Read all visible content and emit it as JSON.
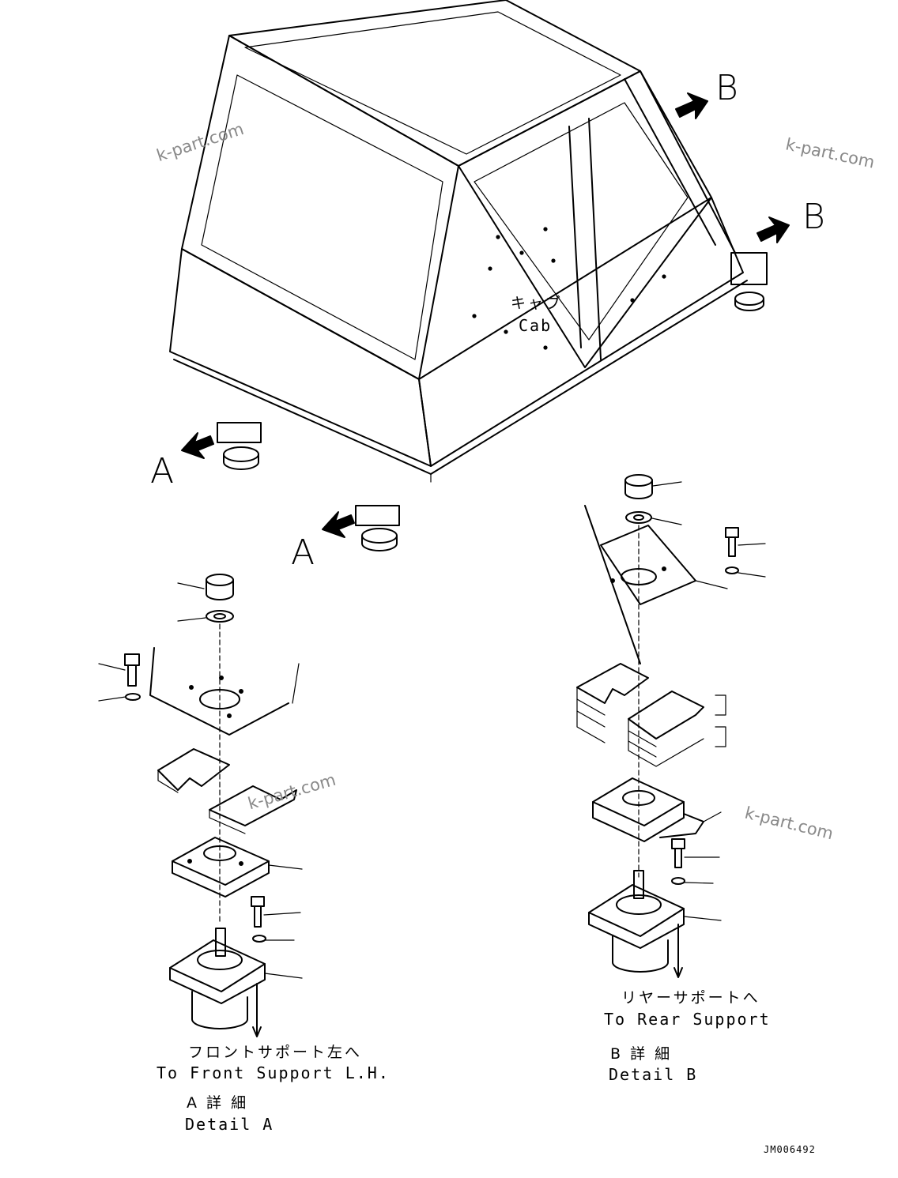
{
  "diagram": {
    "callouts": {
      "a_left": "A",
      "a_center": "A",
      "b_top": "B",
      "b_right": "B"
    },
    "cab_label": {
      "jp": "キャブ",
      "en": "Cab"
    },
    "detail_a": {
      "note_jp": "フロントサポート左へ",
      "note_en": "To Front Support L.H.",
      "title_jp": "A 詳 細",
      "title_en": "Detail A"
    },
    "detail_b": {
      "note_jp": "リヤーサポートへ",
      "note_en": "To Rear Support",
      "title_jp": "B 詳 細",
      "title_en": "Detail B"
    },
    "watermarks": [
      "k-part.com",
      "k-part.com",
      "k-part.com",
      "k-part.com"
    ],
    "document_id": "JM006492",
    "icons": [
      "arrow-a-left-icon",
      "arrow-a-center-icon",
      "arrow-b-top-icon",
      "arrow-b-right-icon"
    ]
  }
}
